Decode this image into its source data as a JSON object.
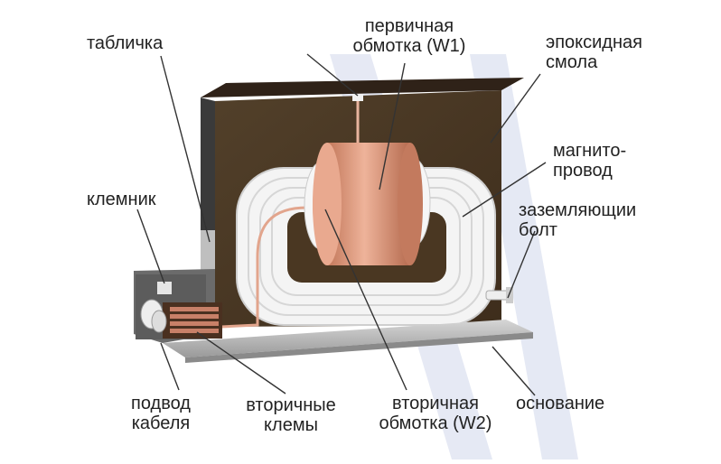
{
  "labels": {
    "tablichka": "табличка",
    "primary_1": "первичная",
    "primary_2": "обмотка (W1)",
    "epoxy_1": "эпоксидная",
    "epoxy_2": "смола",
    "klemnik": "клемник",
    "magneto_1": "магнито-",
    "magneto_2": "провод",
    "ground_1": "заземляющии",
    "ground_2": "болт",
    "cable_1": "подвод",
    "cable_2": "кабеля",
    "sec_terminals_1": "вторичные",
    "sec_terminals_2": "клемы",
    "sec_winding_1": "вторичная",
    "sec_winding_2": "обмотка (W2)",
    "base": "основание"
  },
  "colors": {
    "epoxy": "#4a3520",
    "epoxy_top": "#34251a",
    "copper": "#d89276",
    "core": "#f2f2f2",
    "base": "#c9c9c9",
    "watermark": "#dfe3f1",
    "leader": "#333333"
  }
}
